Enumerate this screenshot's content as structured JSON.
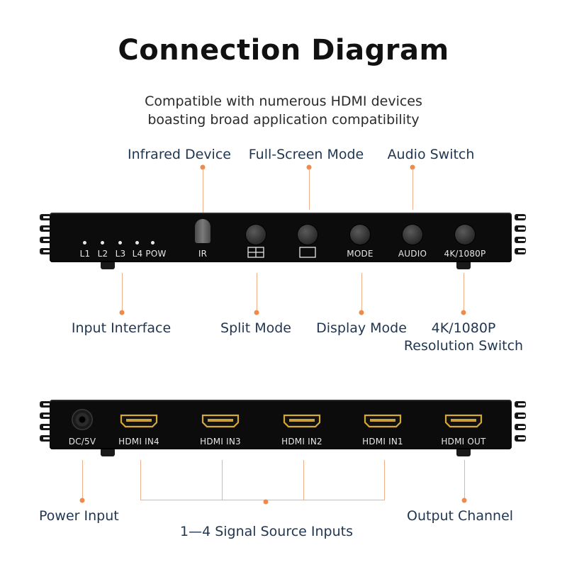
{
  "title": "Connection Diagram",
  "subtitle": {
    "line1": "Compatible with numerous HDMI devices",
    "line2": "boasting broad application compatibility"
  },
  "top_callouts": {
    "infrared": "Infrared Device",
    "fullscreen": "Full-Screen Mode",
    "audio": "Audio Switch"
  },
  "middle_callouts": {
    "input": "Input Interface",
    "split": "Split Mode",
    "display": "Display Mode",
    "resolution_line1": "4K/1080P",
    "resolution_line2": "Resolution Switch"
  },
  "bottom_callouts": {
    "power": "Power Input",
    "sources": "1—4 Signal Source Inputs",
    "output": "Output Channel"
  },
  "front_panel": {
    "leds": [
      "L1",
      "L2",
      "L3",
      "L4"
    ],
    "pow": "POW",
    "ir": "IR",
    "mode": "MODE",
    "audio": "AUDIO",
    "res": "4K/1080P"
  },
  "back_panel": {
    "dc": "DC/5V",
    "ports": [
      "HDMI IN4",
      "HDMI IN3",
      "HDMI IN2",
      "HDMI IN1",
      "HDMI OUT"
    ]
  },
  "colors": {
    "accent": "#f08a4b",
    "label_text": "#1f3550",
    "device": "#0c0c0c",
    "hdmi_gold": "#d4a838"
  }
}
